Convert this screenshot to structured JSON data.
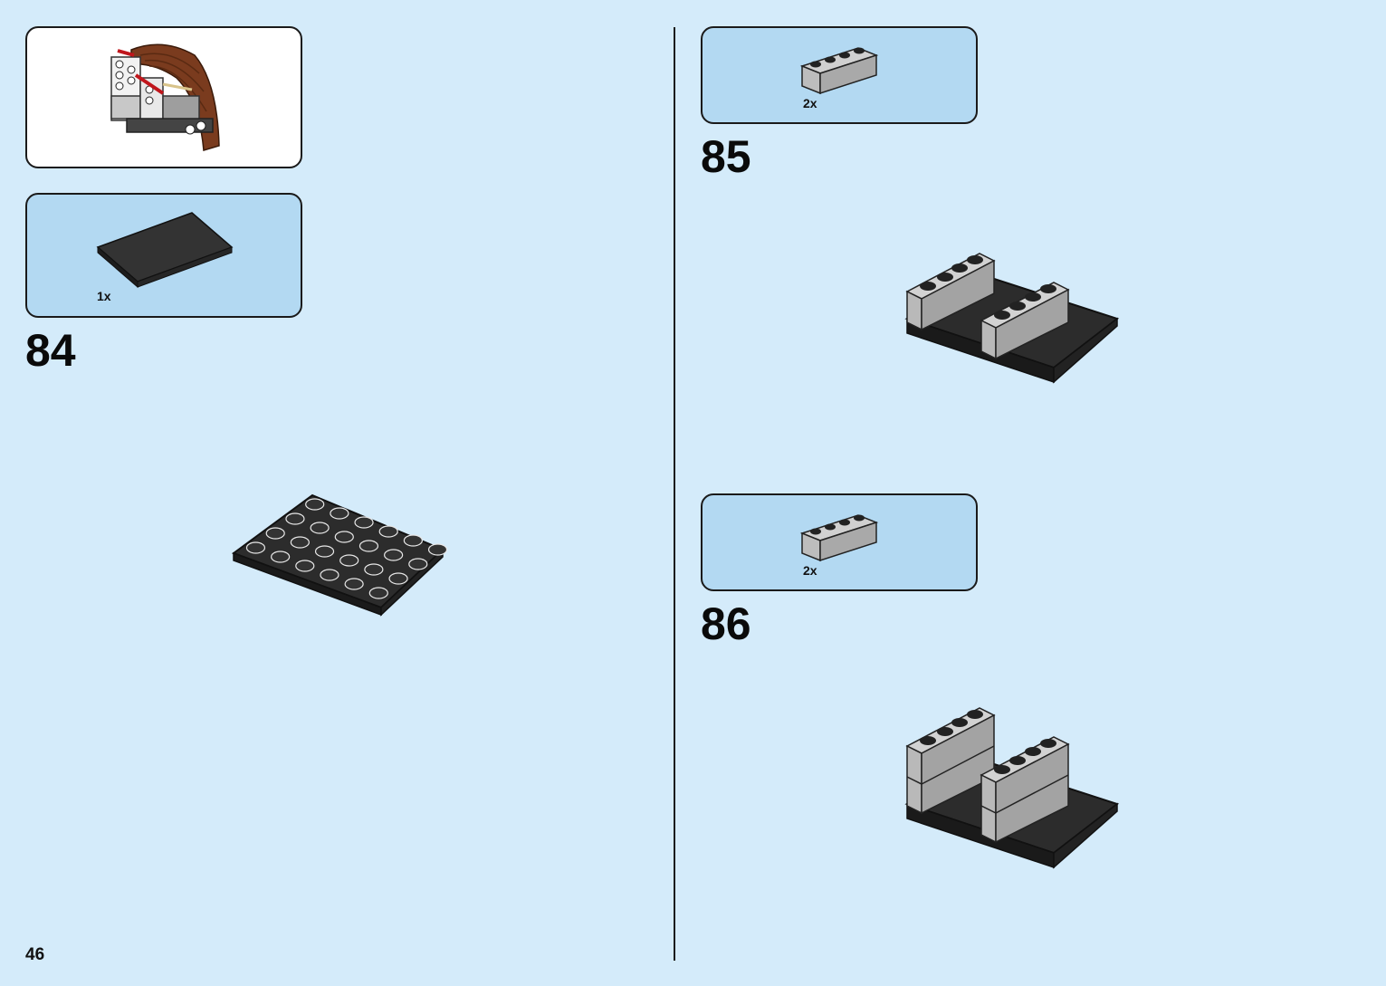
{
  "page_number": "46",
  "colors": {
    "background": "#d4ebfa",
    "parts_box": "#b3d9f2",
    "brick_black": "#2a2a2a",
    "brick_grey": "#a8a8a8",
    "wood_brown": "#7a3b1e"
  },
  "steps": [
    {
      "number": "84",
      "parts": [
        {
          "quantity": "1x",
          "part": "black-plate-4x6"
        }
      ]
    },
    {
      "number": "85",
      "parts": [
        {
          "quantity": "2x",
          "part": "grey-brick-1x4"
        }
      ]
    },
    {
      "number": "86",
      "parts": [
        {
          "quantity": "2x",
          "part": "grey-brick-1x4"
        }
      ]
    }
  ]
}
